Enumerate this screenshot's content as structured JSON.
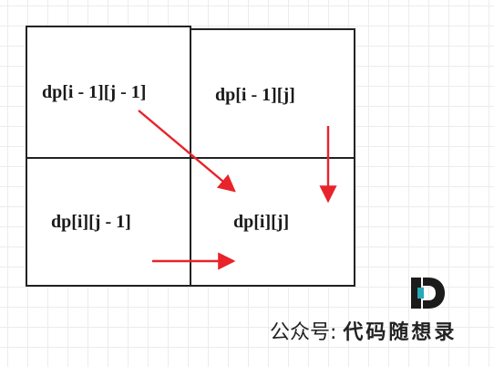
{
  "grid": {
    "cells": [
      {
        "id": "top-left",
        "label": "dp[i - 1][j - 1]"
      },
      {
        "id": "top-right",
        "label": "dp[i - 1][j]"
      },
      {
        "id": "bottom-left",
        "label": "dp[i][j - 1]"
      },
      {
        "id": "bottom-right",
        "label": "dp[i][j]"
      }
    ]
  },
  "arrows": [
    {
      "id": "diagonal-arrow",
      "from": "top-left",
      "to": "bottom-right"
    },
    {
      "id": "down-arrow",
      "from": "top-right",
      "to": "bottom-right"
    },
    {
      "id": "right-arrow",
      "from": "bottom-left",
      "to": "bottom-right"
    }
  ],
  "colors": {
    "arrow": "#e8232b",
    "border": "#222222",
    "logo_dark": "#1b1b1b",
    "logo_accent": "#2aa8b8"
  },
  "watermark": {
    "prefix": "公众号:",
    "name": "代码随想录"
  }
}
